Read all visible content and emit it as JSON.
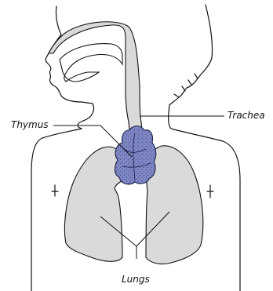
{
  "labels": {
    "thymus": "Thymus",
    "trachea": "Trachea",
    "lungs": "Lungs"
  },
  "colors": {
    "airway_fill": "#dadada",
    "lung_fill": "#dadada",
    "thymus_fill": "#7f86c4",
    "outline": "#111111"
  }
}
